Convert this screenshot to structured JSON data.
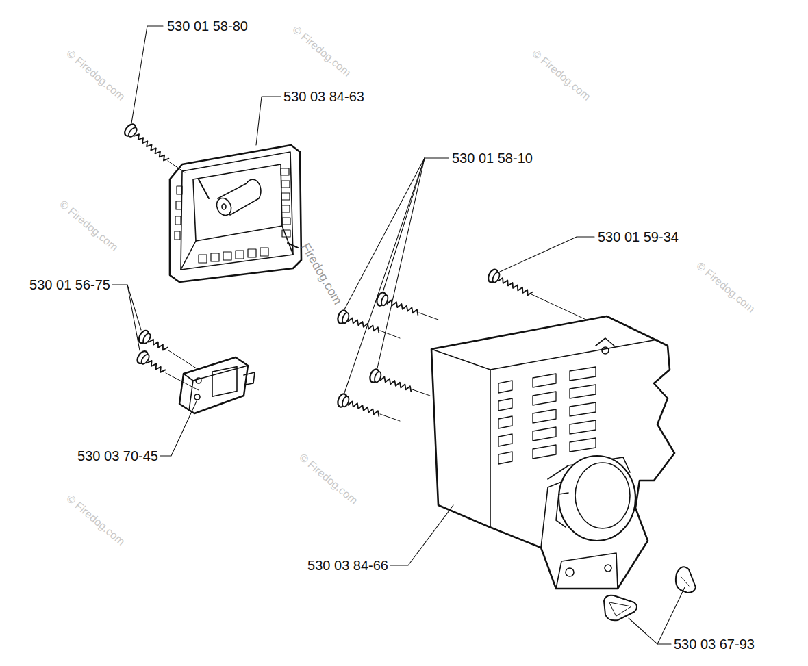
{
  "diagram": {
    "labels": [
      "530 01 58-80",
      "530 03 84-63",
      "530 01 58-10",
      "530 01 59-34",
      "530 01 56-75",
      "530 03 70-45",
      "530 03 84-66",
      "530 03 67-93",
      "© Firedog.com",
      "© Firedog.com",
      "© Firedog.com",
      "© Firedog.com",
      "© Firedog.com",
      "© Firedog.com",
      "© Firedog.com",
      "Firedog.com"
    ]
  }
}
